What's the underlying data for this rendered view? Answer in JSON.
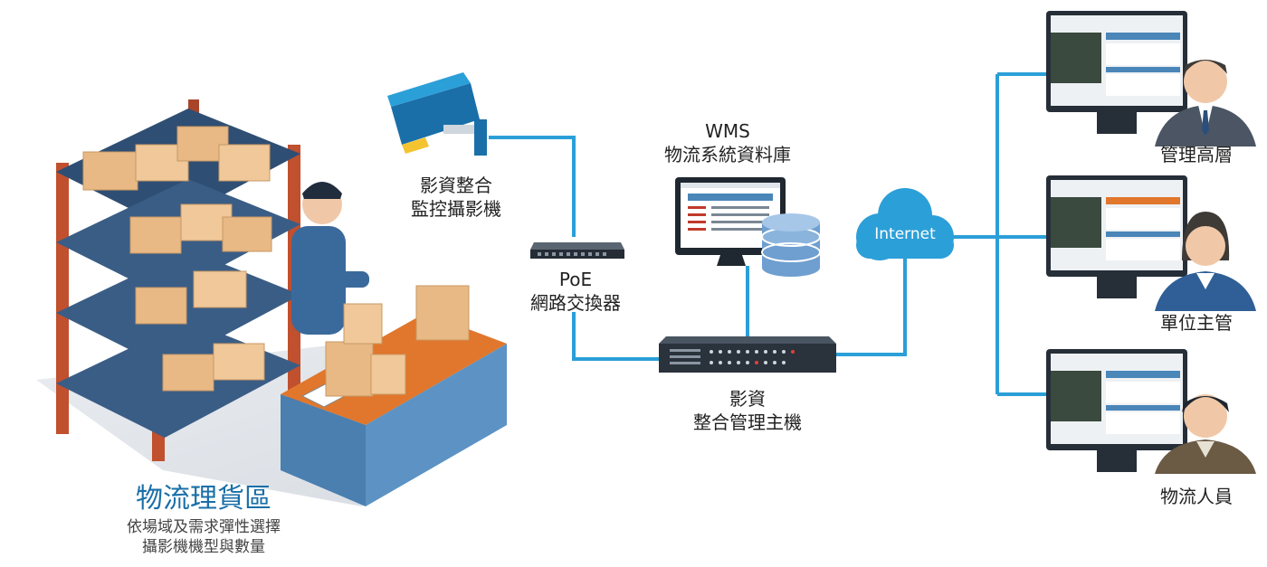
{
  "camera": {
    "line1": "影資整合",
    "line2": "監控攝影機"
  },
  "switch": {
    "line1": "PoE",
    "line2": "網路交換器"
  },
  "wms": {
    "line1": "WMS",
    "line2": "物流系統資料庫"
  },
  "host": {
    "line1": "影資",
    "line2": "整合管理主機"
  },
  "internet": {
    "label": "Internet"
  },
  "warehouse": {
    "title": "物流理貨區",
    "desc1": "依場域及需求彈性選擇",
    "desc2": "攝影機機型與數量"
  },
  "users": [
    {
      "label": "管理高層"
    },
    {
      "label": "單位主管"
    },
    {
      "label": "物流人員"
    }
  ],
  "colors": {
    "line": "#2b9fd8",
    "shelf": "#2f4e73",
    "post": "#c0502e",
    "box": "#e8b985",
    "cloud": "#2b9fd8",
    "device": "#333d4a",
    "accent": "#e0772c"
  }
}
